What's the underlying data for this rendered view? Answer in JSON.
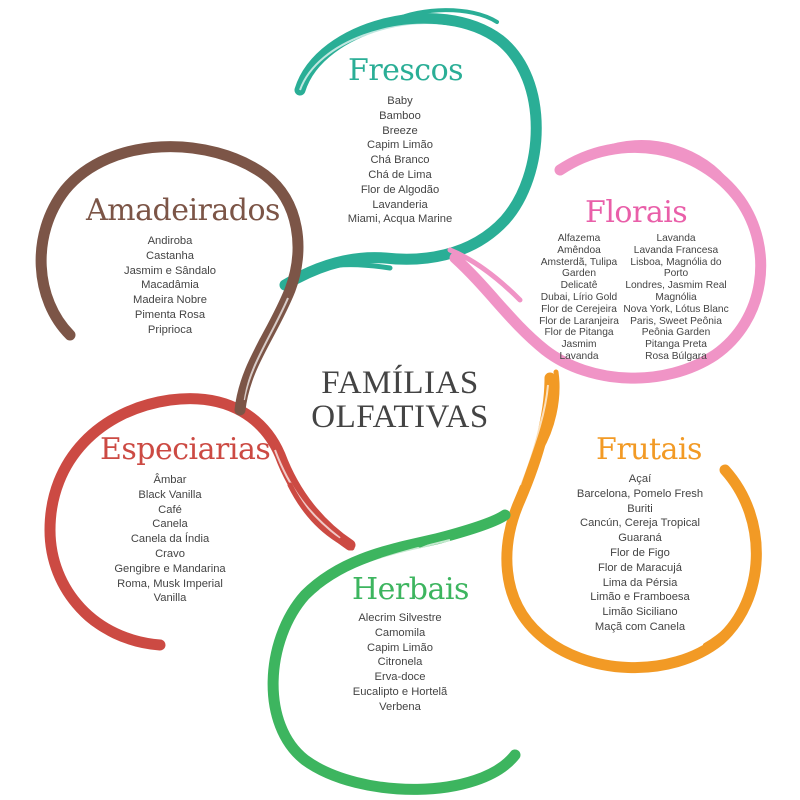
{
  "center": {
    "line1": "FAMÍLIAS",
    "line2": "OLFATIVAS"
  },
  "families": {
    "frescos": {
      "title": "Frescos",
      "color": "#2aae96",
      "items": [
        "Baby",
        "Bamboo",
        "Breeze",
        "Capim Limão",
        "Chá Branco",
        "Chá de Lima",
        "Flor de Algodão",
        "Lavanderia",
        "Miami, Acqua Marine"
      ]
    },
    "florais": {
      "title": "Florais",
      "color": "#e95fa9",
      "items_left": [
        "Alfazema",
        "Amêndoa",
        "Amsterdã, Tulipa",
        "Garden",
        "Delicatê",
        "Dubai, Lírio Gold",
        "Flor de Cerejeira",
        "Flor de Laranjeira",
        "Flor de Pitanga",
        "Jasmim",
        "Lavanda"
      ],
      "items_right": [
        "Lavanda",
        "Lavanda Francesa",
        "Lisboa, Magnólia do",
        "Porto",
        "Londres, Jasmim Real",
        "Magnólia",
        "Nova York, Lótus Blanc",
        "Paris, Sweet Peônia",
        "Peônia Garden",
        "Pitanga Preta",
        "Rosa Búlgara"
      ]
    },
    "frutais": {
      "title": "Frutais",
      "color": "#f29a25",
      "items": [
        "Açaí",
        "Barcelona, Pomelo Fresh",
        "Buriti",
        "Cancún, Cereja Tropical",
        "Guaraná",
        "Flor de Figo",
        "Flor de Maracujá",
        "Lima da Pérsia",
        "Limão e Framboesa",
        "Limão Siciliano",
        "Maçã com Canela"
      ]
    },
    "herbais": {
      "title": "Herbais",
      "color": "#3db55f",
      "items": [
        "Alecrim Silvestre",
        "Camomila",
        "Capim Limão",
        "Citronela",
        "Erva-doce",
        "Eucalipto e Hortelã",
        "Verbena"
      ]
    },
    "especiarias": {
      "title": "Especiarias",
      "color": "#cc4a43",
      "items": [
        "Âmbar",
        "Black Vanilla",
        "Café",
        "Canela",
        "Canela da Índia",
        "Cravo",
        "Gengibre e Mandarina",
        "Roma, Musk Imperial",
        "Vanilla"
      ]
    },
    "amadeirados": {
      "title": "Amadeirados",
      "color": "#7c5547",
      "items": [
        "Andiroba",
        "Castanha",
        "Jasmim e Sândalo",
        "Macadâmia",
        "Madeira Nobre",
        "Pimenta Rosa",
        "Priprioca"
      ]
    }
  }
}
